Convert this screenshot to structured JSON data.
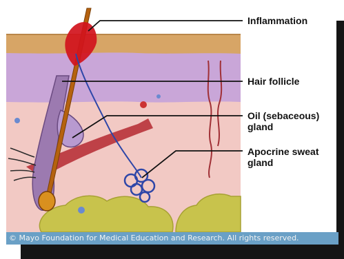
{
  "labels": {
    "inflammation": "Inflammation",
    "hair_follicle": "Hair follicle",
    "oil_gland_line1": "Oil (sebaceous)",
    "oil_gland_line2": "gland",
    "apocrine_line1": "Apocrine sweat",
    "apocrine_line2": "gland"
  },
  "copyright": "© Mayo Foundation for Medical Education and Research.  All rights reserved.",
  "colors": {
    "epidermis": "#d7a566",
    "dermis_upper": "#c9a6d8",
    "dermis_lower": "#f2c9c4",
    "fat": "#c8c34c",
    "hair_shaft": "#b5620f",
    "inflammation": "#d1121c",
    "sweat_gland": "#2e46a8",
    "muscle": "#b8323a",
    "frame": "#1a1a1a",
    "copyright_bar": "#6aa0c6"
  }
}
